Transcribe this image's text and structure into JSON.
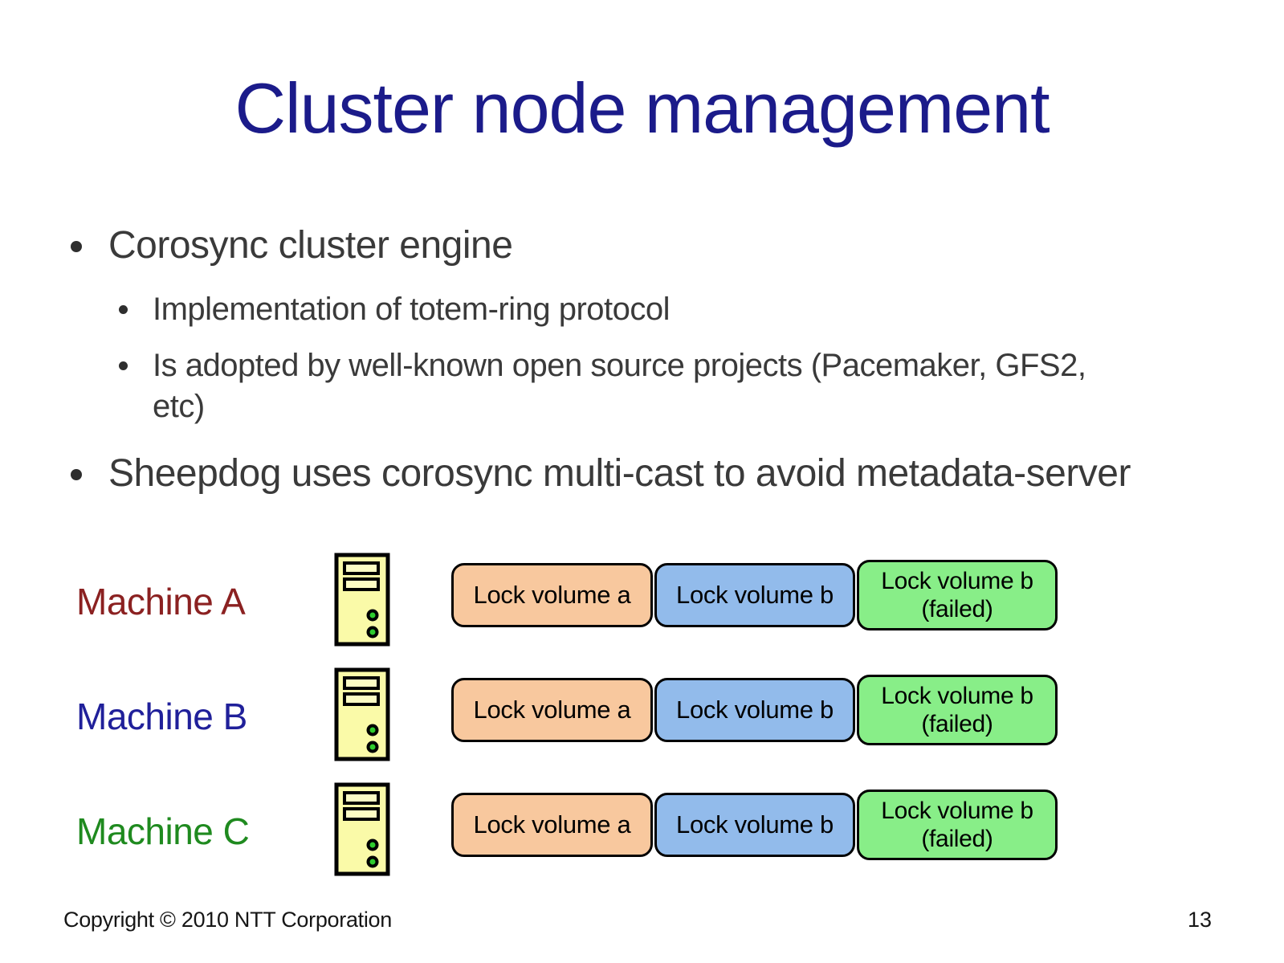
{
  "slide": {
    "title": "Cluster node management",
    "bullets": {
      "level1_item1": "Corosync cluster engine",
      "level2_item1": "Implementation of totem-ring protocol",
      "level2_item2": "Is adopted by well-known open source projects (Pacemaker, GFS2, etc)",
      "level1_item2": "Sheepdog uses corosync multi-cast to avoid metadata-server"
    },
    "machines": [
      {
        "label": "Machine A",
        "label_color": "#8b2121",
        "locks": [
          "Lock volume a",
          "Lock volume b",
          "Lock volume b\n(failed)"
        ]
      },
      {
        "label": "Machine B",
        "label_color": "#20209a",
        "locks": [
          "Lock volume a",
          "Lock volume b",
          "Lock volume b\n(failed)"
        ]
      },
      {
        "label": "Machine C",
        "label_color": "#1f8a1f",
        "locks": [
          "Lock volume a",
          "Lock volume b",
          "Lock volume b\n(failed)"
        ]
      }
    ],
    "colors": {
      "title": "#1b1b8a",
      "body_text": "#3a3a3a",
      "box_orange": "#f8c89e",
      "box_blue": "#92bbeb",
      "box_green": "#88ee88",
      "box_border": "#000000",
      "computer_yellow": "#fafaa8",
      "computer_slot_yellow": "#fcfcc4",
      "led_green": "#2ecc2e"
    },
    "icons": {
      "computer": "computer-tower-icon"
    },
    "footer": {
      "copyright": "Copyright © 2010 NTT Corporation",
      "page_number": "13"
    }
  }
}
